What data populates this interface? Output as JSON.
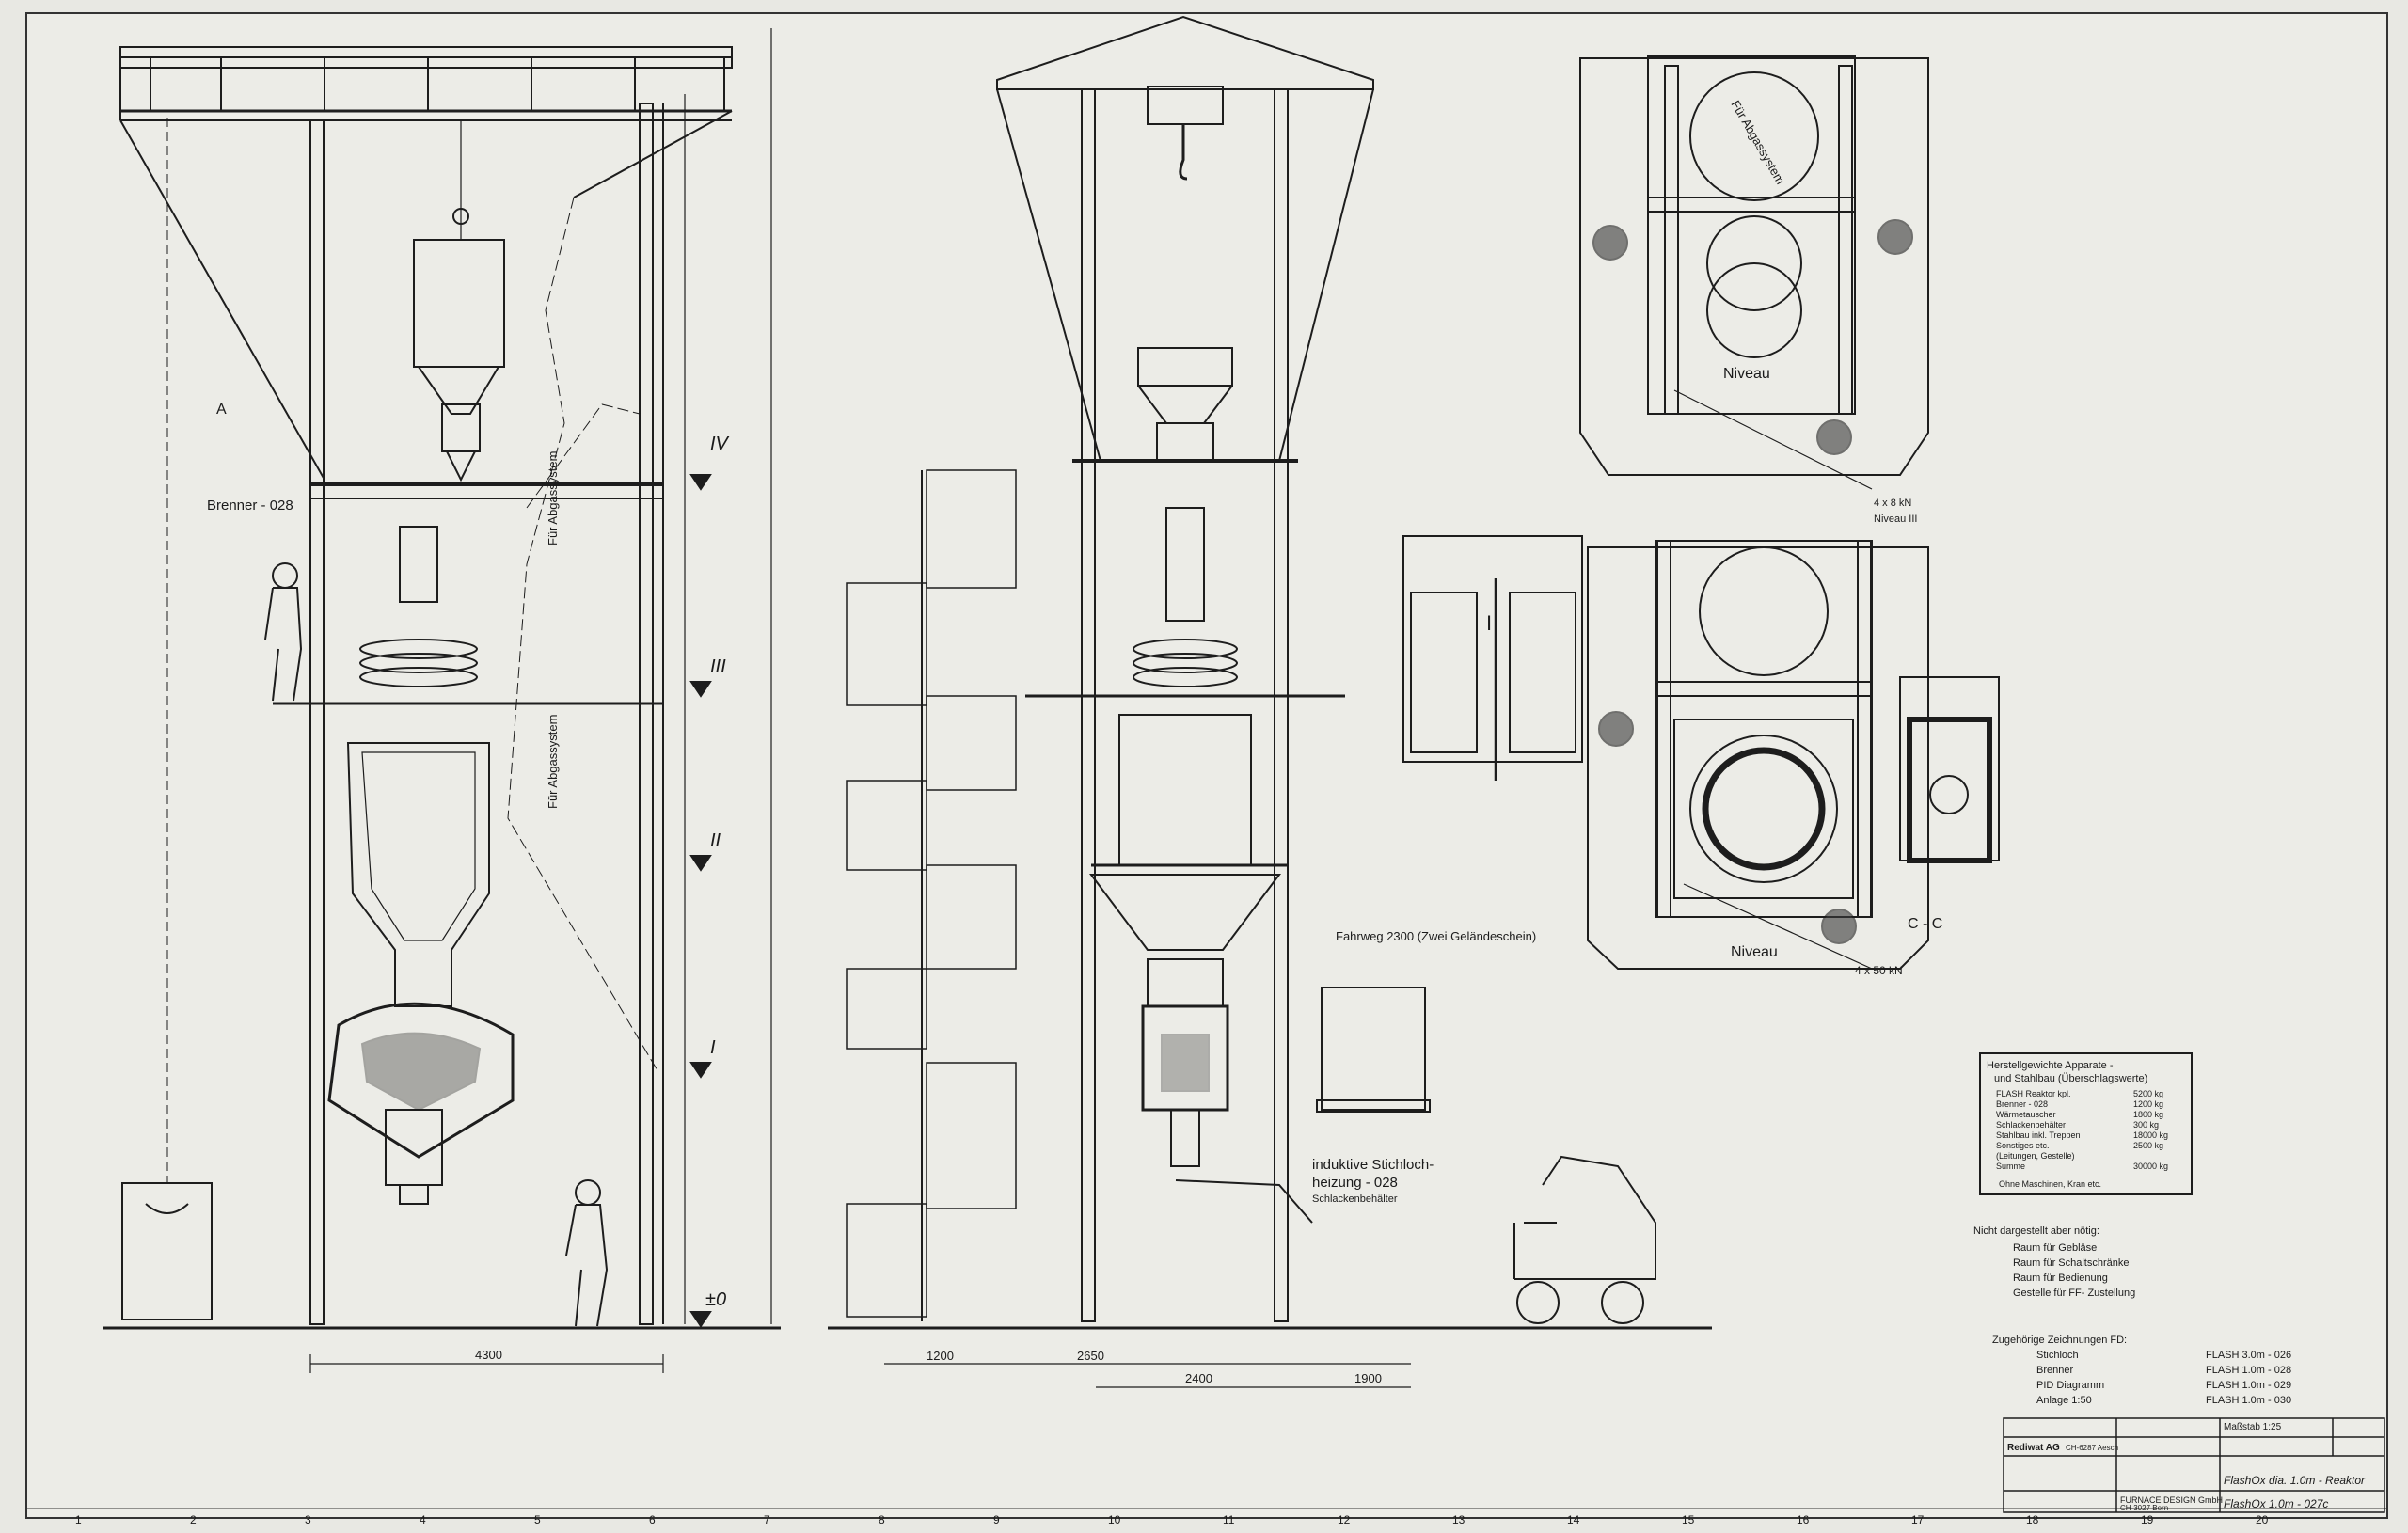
{
  "colors": {
    "paper": "#ecece7",
    "ink": "#1d1d1d",
    "grey": "#555"
  },
  "left_view": {
    "label_burner": "Brenner - 028",
    "levels": [
      "IV",
      "III",
      "II",
      "I",
      "±0"
    ],
    "exhaust_1": "Für Abgassystem",
    "exhaust_2": "Für Abgassystem",
    "section_mark": "A",
    "dim_bottom": "4300"
  },
  "middle_view": {
    "crane": "Fahrweg 2300 (Zwei Geländeschein)",
    "tap": "induktive Stichloch-",
    "tap2": "heizung - 028",
    "tap3": "Schlackenbehälter",
    "dims": [
      "1200",
      "2650",
      "2400",
      "1900"
    ]
  },
  "top_right": {
    "circle_label": "Für Abgassystem",
    "level": "Niveau",
    "load": "4 x 8 kN",
    "level3": "Niveau III"
  },
  "plan_view": {
    "level": "Niveau",
    "load": "4 x 50 kN",
    "section": "C - C",
    "section_I": "I"
  },
  "weights": {
    "title": "Herstellgewichte Apparate -",
    "title2": "und Stahlbau (Überschlagswerte)",
    "rows": [
      "FLASH Reaktor kpl.",
      "Brenner - 028",
      "Wärmetauscher",
      "Schlackenbehälter",
      "Stahlbau inkl. Treppen",
      "Sonstiges etc.",
      "(Leitungen, Gestelle)",
      "Summe"
    ],
    "values": [
      "5200 kg",
      "1200 kg",
      "1800 kg",
      "300 kg",
      "18000 kg",
      "2500 kg",
      "",
      "30000 kg"
    ],
    "note": "Ohne Maschinen, Kran etc."
  },
  "not_shown": {
    "title": "Nicht dargestellt aber nötig:",
    "items": [
      "Raum für Gebläse",
      "Raum für Schaltschränke",
      "Raum für Bedienung",
      "Gestelle für FF- Zustellung"
    ]
  },
  "related": {
    "title": "Zugehörige Zeichnungen FD:",
    "items": [
      "Stichloch",
      "Brenner",
      "PID Diagramm",
      "Anlage 1:50"
    ],
    "codes": [
      "FLASH 3.0m - 026",
      "FLASH 1.0m - 028",
      "FLASH 1.0m - 029",
      "FLASH 1.0m - 030"
    ]
  },
  "titleblock": {
    "company": "Rediwat AG",
    "company_addr": "CH-6287 Aesch",
    "office": "FURNACE DESIGN GmbH",
    "office_addr": "CH-3027 Bern",
    "scale": "Maßstab 1:25",
    "drawing_title": "FlashOx dia. 1.0m - Reaktor",
    "drawing_no": "FlashOx 1.0m - 027c"
  },
  "border_numbers": [
    "1",
    "2",
    "3",
    "4",
    "5",
    "6",
    "7",
    "8",
    "9",
    "10",
    "11",
    "12",
    "13",
    "14",
    "15",
    "16",
    "17",
    "18",
    "19",
    "20"
  ]
}
